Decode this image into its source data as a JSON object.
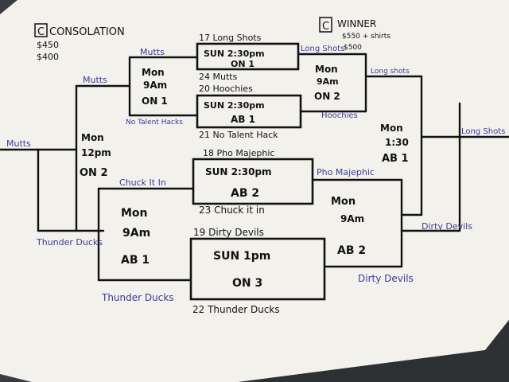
{
  "header_left": {
    "letter": "C",
    "title": "CONSOLATION",
    "prize1": "$450",
    "prize2": "$400"
  },
  "header_right": {
    "letter": "C",
    "title": "WINNER",
    "prize1": "$550 + shirts",
    "prize2": "$500"
  },
  "boxes": {
    "box1": {
      "line1": "SUN 2:30pm",
      "line2": "ON 1"
    },
    "box2": {
      "line1": "SUN 2:30pm",
      "line2": "AB 1"
    },
    "box3": {
      "line1": "SUN 2:30pm",
      "line2": "AB 2"
    },
    "box4": {
      "line1": "SUN 1pm",
      "line2": "ON 3"
    }
  },
  "slots": {
    "mon9_top": {
      "line1": "Mon",
      "line2": "9Am",
      "line3": "ON 1"
    },
    "mon9_top_right": {
      "line1": "Mon",
      "line2": "9Am",
      "line3": "ON 2"
    },
    "mon12": {
      "line1": "Mon",
      "line2": "12pm",
      "line3": "ON 2"
    },
    "mon130": {
      "line1": "Mon",
      "line2": "1:30",
      "line3": "AB 1"
    },
    "mon9_bottom": {
      "line1": "Mon",
      "line2": "9Am",
      "line3": "AB 1"
    },
    "mon9_bottom_right": {
      "line1": "Mon",
      "line2": "9Am",
      "line3": "AB 2"
    }
  },
  "seeds": {
    "s17": "17 Long Shots",
    "s24": "24 Mutts",
    "s20": "20 Hoochies",
    "s21": "21 No Talent Hack",
    "s18": "18 Pho Majephic",
    "s23": "23 Chuck it in",
    "s19": "19 Dirty Devils",
    "s22": "22 Thunder Ducks"
  },
  "winners": {
    "mutts_a": "Mutts",
    "mutts_b": "Mutts",
    "mutts_final": "Mutts",
    "no_talent_hacks": "No Talent Hacks",
    "hoochies": "Hoochies",
    "long_shots_a": "Long Shots",
    "long_shots_b": "Long shots",
    "long_shots_final": "Long Shots",
    "chuck_it_in": "Chuck It In",
    "pho_majephic": "Pho Majephic",
    "thunder_ducks_a": "Thunder Ducks",
    "thunder_ducks_b": "Thunder Ducks",
    "dirty_devils_a": "Dirty Devils",
    "dirty_devils_b": "Dirty Devils"
  },
  "colors": {
    "ink": "#111111",
    "blue_ink": "#3b3a9a",
    "paper": "#f3f1ec",
    "table": "#3a3d40"
  }
}
